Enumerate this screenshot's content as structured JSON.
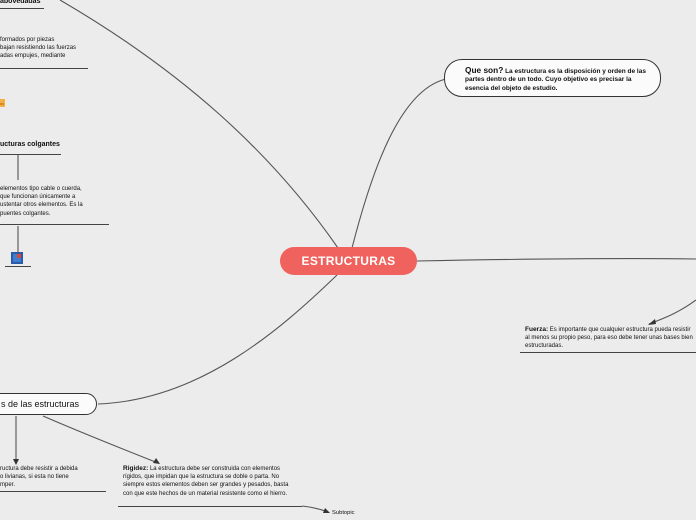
{
  "central_topic": "ESTRUCTURAS",
  "que_son": {
    "lead": "Que son?",
    "text": "La estructura es la disposición y orden de las partes dentro de un todo. Cuyo objetivo es precisar la esencia del objeto de estudio."
  },
  "caracteristicas": {
    "label": "s de las estructuras"
  },
  "fuerza": {
    "lead": "Fuerza:",
    "text": "Es importante que cualquier estructura pueda resistir al menos su propio peso, para eso debe tener unas bases bien estructuradas."
  },
  "rigidez": {
    "lead": "Rigidez:",
    "text": "La estructura debe ser construida con elementos rígidos, que impidan que la estructura se doble o parta. No siempre estos elementos deben ser grandes y pesados, basta con que este hechos de un material resistente como el hierro."
  },
  "resistencia_partial": [
    "ructura debe resistir a debida",
    "o livianas, si esta no tiene",
    "mper."
  ],
  "subtopic_label": "Subtopic",
  "abovedadas": {
    "heading": "abovedadas",
    "lines": [
      "formados por piezas",
      "bajan resistiendo las fuerzas",
      "adas empujes, mediante"
    ]
  },
  "colgantes": {
    "heading": "ucturas colgantes",
    "lines": [
      "elementos tipo cable o cuerda,",
      "que funcionan únicamente a",
      "ustentar otros elementos. Es la",
      "puentes colgantes."
    ]
  },
  "colors": {
    "background": "#ececec",
    "central": "#f0625d",
    "connector": "#555555"
  }
}
